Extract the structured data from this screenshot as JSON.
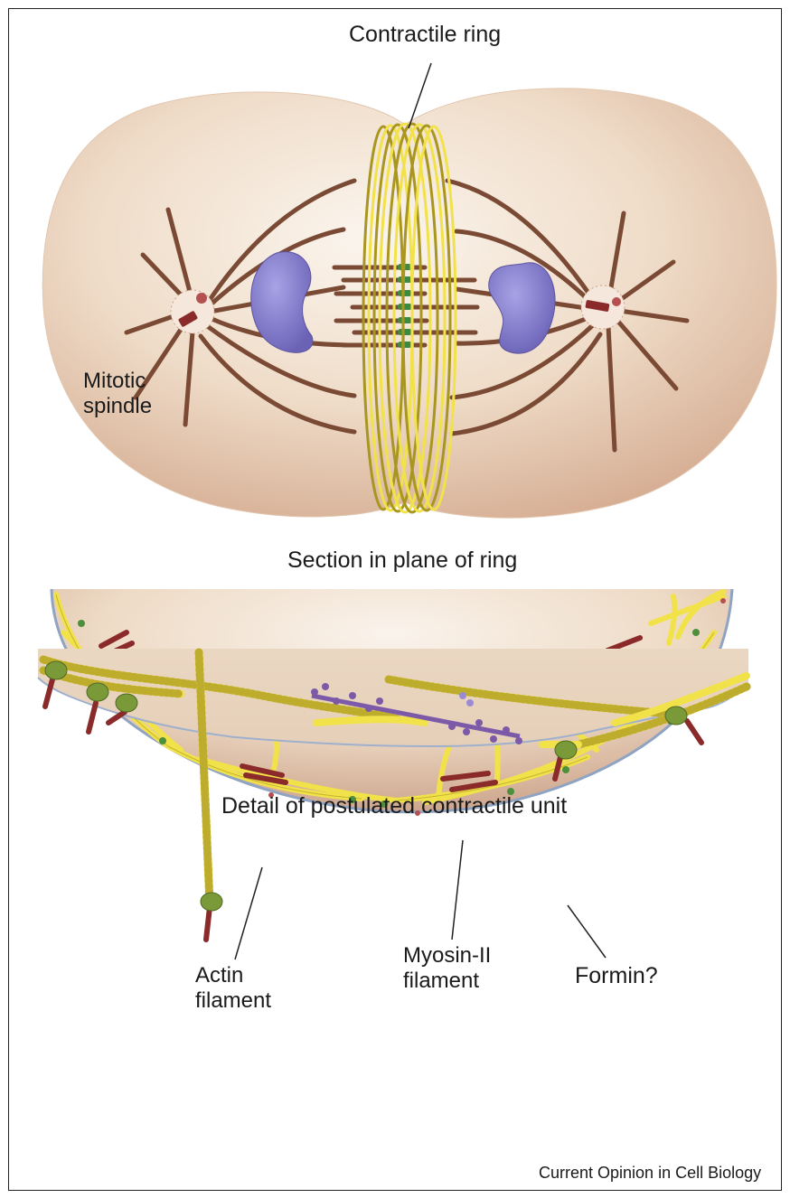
{
  "labels": {
    "contractile_ring": "Contractile ring",
    "mitotic_spindle": "Mitotic\nspindle",
    "section_heading": "Section in plane of ring",
    "detail_heading": "Detail of postulated contractile unit",
    "actin_filament": "Actin filament",
    "myosin_filament": "Myosin-II filament",
    "formin": "Formin?",
    "source": "Current Opinion in Cell Biology"
  },
  "colors": {
    "cell_fill": "#ecd8c4",
    "cell_shadow": "#d9b39a",
    "membrane": "#8fa3c2",
    "actin_yellow": "#f2e24a",
    "actin_outline": "#a8961f",
    "myosin_red": "#8a2a2a",
    "myosin_purple": "#7d5aa8",
    "microtubule_brown": "#7a4a34",
    "chromosome_purple": "#7b74c4",
    "formin_green": "#7a9a3a"
  },
  "icons": [
    "centrosome-icon",
    "formin-icon"
  ]
}
